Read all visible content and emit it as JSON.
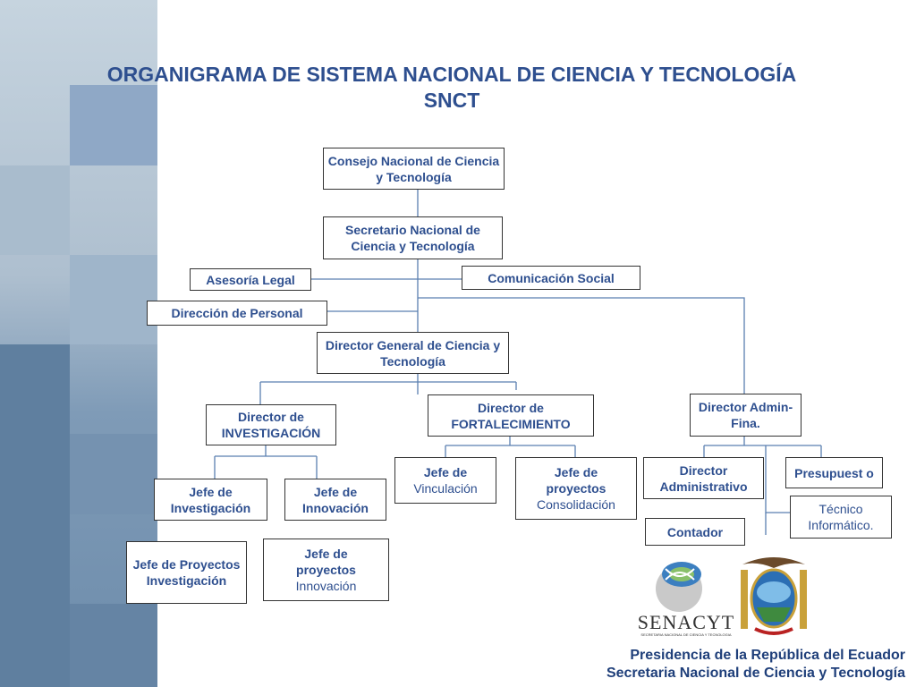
{
  "title": {
    "line1": "ORGANIGRAMA DE SISTEMA NACIONAL DE CIENCIA Y TECNOLOGÍA",
    "line2": "SNCT"
  },
  "nodes": {
    "consejo": "Consejo Nacional de Ciencia y Tecnología",
    "secretario": "Secretario Nacional de Ciencia y Tecnología",
    "asesoria": "Asesoría Legal",
    "comunicacion": "Comunicación Social",
    "personal": "Dirección de Personal",
    "director_general": "Director General de Ciencia y Tecnología",
    "dir_investigacion": "Director de INVESTIGACIÓN",
    "dir_fortalecimiento": "Director de FORTALECIMIENTO",
    "dir_admin_fina": "Director Admin-Fina.",
    "jefe_investigacion": "Jefe de Investigación",
    "jefe_innovacion": "Jefe de Innovación",
    "jefe_vinculacion_title": "Jefe de",
    "jefe_vinculacion_sub": "Vinculación",
    "jefe_consolidacion_title": "Jefe de proyectos",
    "jefe_consolidacion_sub": "Consolidación",
    "dir_administrativo": "Director Administrativo",
    "presupuesto": "Presupuest o",
    "tecnico": "Técnico Informático.",
    "contador": "Contador",
    "jefe_proy_investigacion": "Jefe de Proyectos Investigación",
    "jefe_proy_innovacion_title": "Jefe de proyectos",
    "jefe_proy_innovacion_sub": "Innovación"
  },
  "logo": {
    "name": "SENACYT",
    "subtitle": "SECRETARIA NACIONAL DE CIENCIA Y TECNOLOGIA"
  },
  "footer": {
    "line1": "Presidencia de la República del Ecuador",
    "line2": "Secretaria Nacional de Ciencia y Tecnología"
  },
  "colors": {
    "title": "#2e4f8f",
    "box_text": "#2e4f8f",
    "connector": "#5b7fb0",
    "sidebar_dark": "#6f8fae",
    "sidebar_light": "#b9cad8"
  }
}
